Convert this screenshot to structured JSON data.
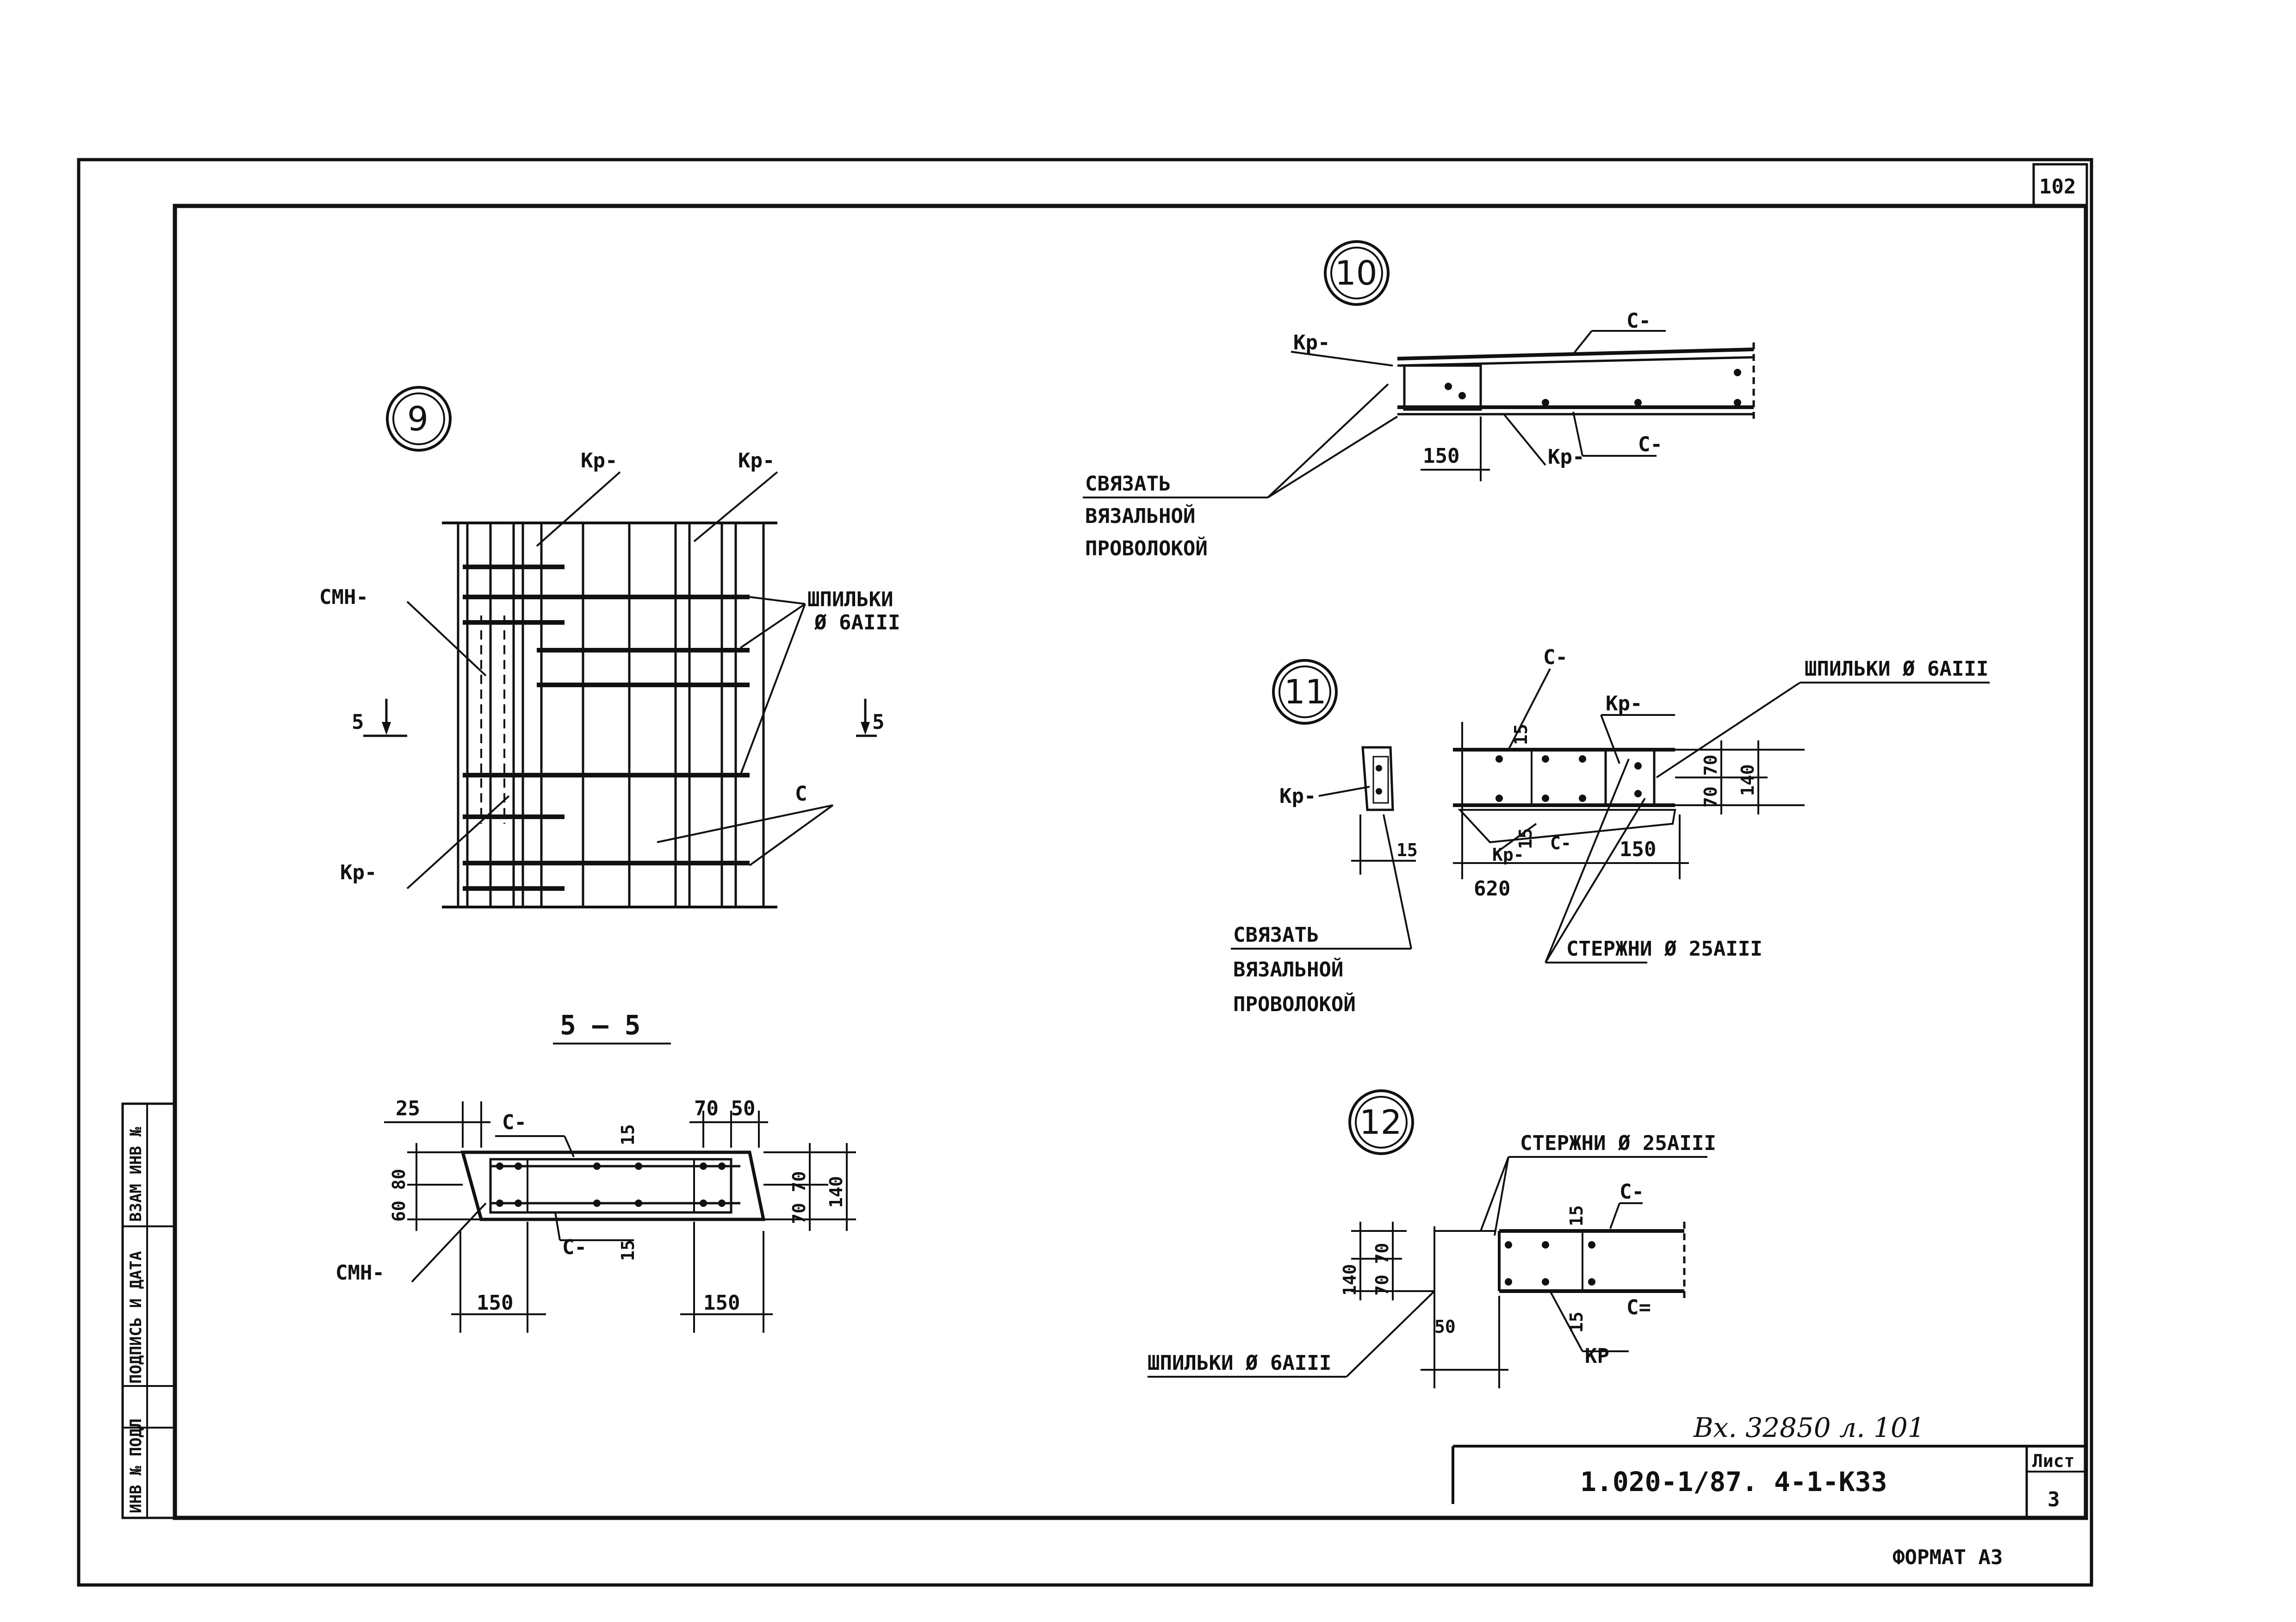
{
  "sheet": {
    "page_number": "102",
    "inventory_note": "Вх. 32850 л. 101",
    "document_code": "1.020-1/87. 4-1-КЗЗ",
    "sheet_label": "Лист",
    "sheet_number": "3",
    "format": "ФОРМАТ АЗ",
    "side_stamp": [
      "ИНВ № ПОДЛ",
      "ПОДПИСЬ И ДАТА",
      "ВЗАМ ИНВ №"
    ]
  },
  "detail9": {
    "number": "9",
    "kp1": "Кр-",
    "kp2": "Кр-",
    "smn": "СМН-",
    "shpilki_1": "ШПИЛЬКИ",
    "shpilki_2": "Ø 6АIII",
    "cut_left": "5",
    "cut_right": "5",
    "c": "С",
    "kp3": "Кр-"
  },
  "section55": {
    "title": "5 — 5",
    "d25": "25",
    "c_top": "С-",
    "d15_top": "15",
    "d70_50": "70 50",
    "d60_80": "60 80",
    "d70_70": "70 70",
    "d140": "140",
    "smn": "СМН-",
    "c_bot": "С-",
    "d15_bot": "15",
    "d150_left": "150",
    "d150_right": "150"
  },
  "detail10": {
    "number": "10",
    "kp_left": "Кр-",
    "c_top": "С-",
    "d150": "150",
    "kp_bot": "Кр-",
    "c_bot": "С-",
    "note_1": "СВЯЗАТЬ",
    "note_2": "ВЯЗАЛЬНОЙ",
    "note_3": "ПРОВОЛОКОЙ"
  },
  "detail11": {
    "number": "11",
    "shpilki": "ШПИЛЬКИ Ø 6АIII",
    "c_top": "С-",
    "kp_top": "Кр-",
    "kp_left": "Кр-",
    "d15_a": "15",
    "d70_70": "70 70",
    "d140": "140",
    "d15_b": "15",
    "kp_mid": "Кр-",
    "d15_c": "15",
    "c_mid": "С-",
    "d150": "150",
    "d620": "620",
    "sterzhni": "СТЕРЖНИ Ø 25АIII",
    "note_1": "СВЯЗАТЬ",
    "note_2": "ВЯЗАЛЬНОЙ",
    "note_3": "ПРОВОЛОКОЙ"
  },
  "detail12": {
    "number": "12",
    "sterzhni": "СТЕРЖНИ Ø 25АIII",
    "c_top": "С-",
    "d15_top": "15",
    "d140": "140",
    "d70_70": "70 70",
    "d15_bot": "15",
    "c_bot": "С=",
    "d50": "50",
    "kp": "КР",
    "shpilki": "ШПИЛЬКИ Ø 6АIII"
  }
}
